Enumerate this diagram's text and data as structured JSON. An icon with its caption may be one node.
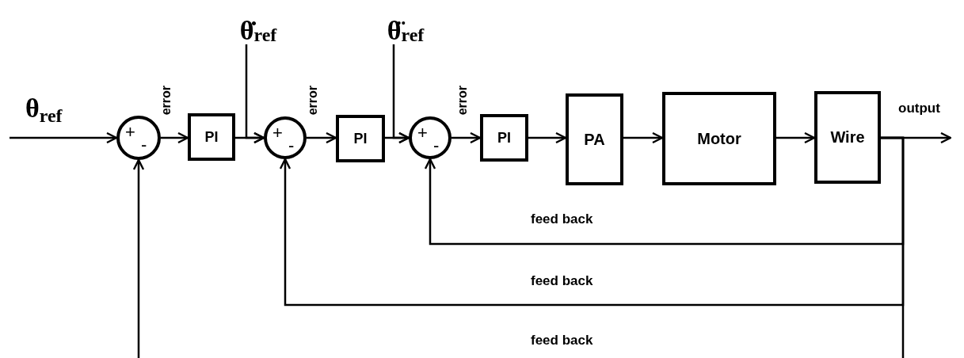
{
  "diagram": {
    "nodes": [
      {
        "text": [
          "+",
          "-"
        ]
      },
      {
        "text": [
          "PI"
        ]
      },
      {
        "text": [
          "θ̇$_{ref}$"
        ]
      },
      {
        "text": [
          "+",
          "-"
        ]
      },
      {
        "text": [
          "PI"
        ]
      },
      {
        "text": [
          "θ̈$_{ref}$"
        ]
      },
      {
        "text": [
          "+",
          "-"
        ]
      },
      {
        "text": [
          "PI"
        ]
      },
      {
        "text": [
          "PA"
        ]
      },
      {
        "text": [
          "Motor"
        ]
      },
      {
        "text": [
          "Wire"
        ]
      }
    ],
    "edges": [
      {
        "from": null,
        "to": 0,
        "arrow": "to",
        "label": "θ$_{ref}$"
      },
      {
        "from": 0,
        "to": 1,
        "arrow": "to",
        "label": "error"
      },
      {
        "from": 1,
        "to": 3,
        "arrow": "to"
      },
      {
        "from": 2,
        "to": 3,
        "arrow": "to"
      },
      {
        "from": 3,
        "to": 4,
        "arrow": "to",
        "label": "error"
      },
      {
        "from": 4,
        "to": 6,
        "arrow": "to"
      },
      {
        "from": 5,
        "to": 6,
        "arrow": "to"
      },
      {
        "from": 6,
        "to": 7,
        "arrow": "to",
        "label": "error"
      },
      {
        "from": 7,
        "to": 8,
        "arrow": "to"
      },
      {
        "from": 8,
        "to": 9,
        "arrow": "to"
      },
      {
        "from": 9,
        "to": 10,
        "arrow": "to"
      },
      {
        "from": 10,
        "to": null,
        "arrow": "to",
        "label": "output"
      },
      {
        "from": 10,
        "to": 6,
        "arrow": "to",
        "label": "feed back"
      },
      {
        "from": 10,
        "to": 3,
        "arrow": "to",
        "label": "feed back"
      },
      {
        "from": 10,
        "to": 0,
        "arrow": "to",
        "label": "feed back"
      }
    ]
  }
}
